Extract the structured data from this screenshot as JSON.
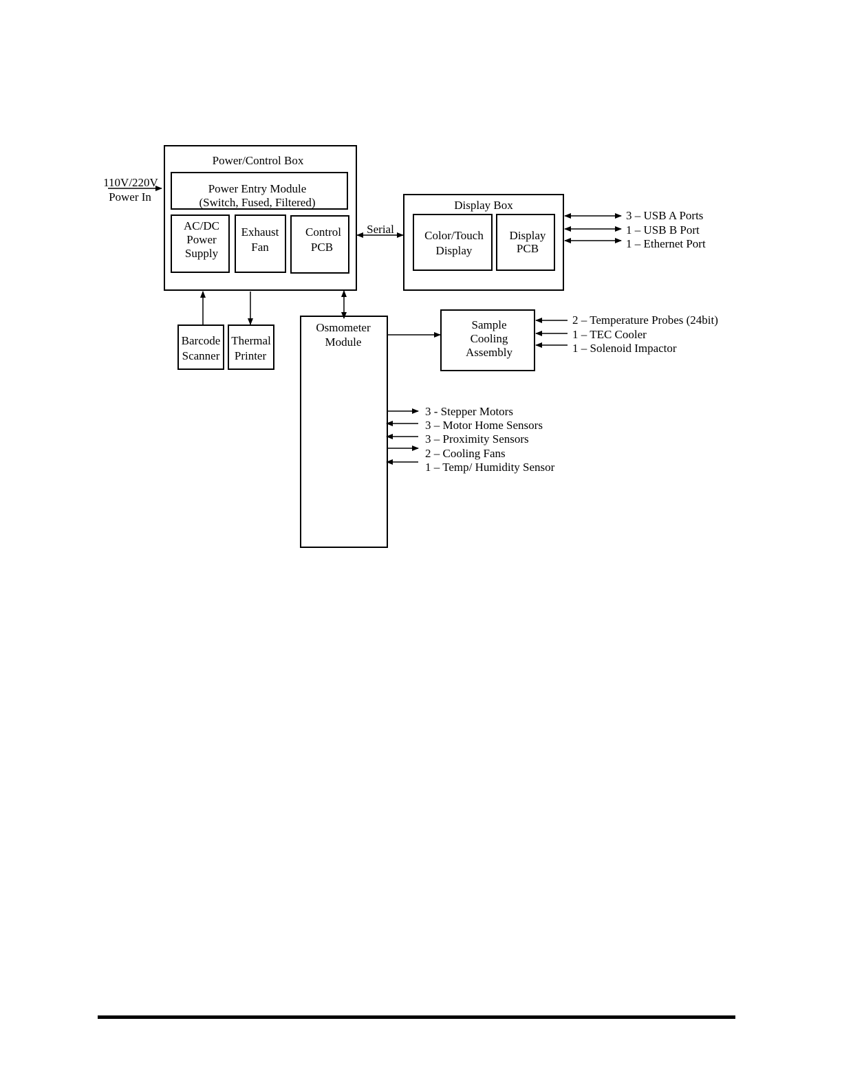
{
  "power_in": {
    "line1": "110V/220V",
    "line2": "Power In"
  },
  "power_control_box": {
    "title": "Power/Control Box",
    "power_entry_module": {
      "line1": "Power Entry Module",
      "line2": "(Switch, Fused, Filtered)"
    },
    "ac_dc_power_supply": {
      "line1": "AC/DC",
      "line2": "Power",
      "line3": "Supply"
    },
    "exhaust_fan": {
      "line1": "Exhaust",
      "line2": "Fan"
    },
    "control_pcb": {
      "line1": "Control",
      "line2": "PCB"
    }
  },
  "serial_label": "Serial",
  "display_box": {
    "title": "Display Box",
    "color_touch_display": {
      "line1": "Color/Touch",
      "line2": "Display"
    },
    "display_pcb": {
      "line1": "Display",
      "line2": "PCB"
    }
  },
  "display_ports": [
    "3 – USB A Ports",
    "1 – USB B Port",
    "1 – Ethernet Port"
  ],
  "barcode_scanner": {
    "line1": "Barcode",
    "line2": "Scanner"
  },
  "thermal_printer": {
    "line1": "Thermal",
    "line2": "Printer"
  },
  "osmometer_module": {
    "line1": "Osmometer",
    "line2": "Module"
  },
  "sample_cooling_assembly": {
    "line1": "Sample",
    "line2": "Cooling",
    "line3": "Assembly"
  },
  "cooling_io": [
    "2 – Temperature Probes (24bit)",
    "1 – TEC Cooler",
    "1 – Solenoid Impactor"
  ],
  "osmometer_io": [
    "3 - Stepper Motors",
    "3 – Motor Home Sensors",
    "3 – Proximity Sensors",
    "2 – Cooling Fans",
    "1 – Temp/ Humidity Sensor"
  ]
}
